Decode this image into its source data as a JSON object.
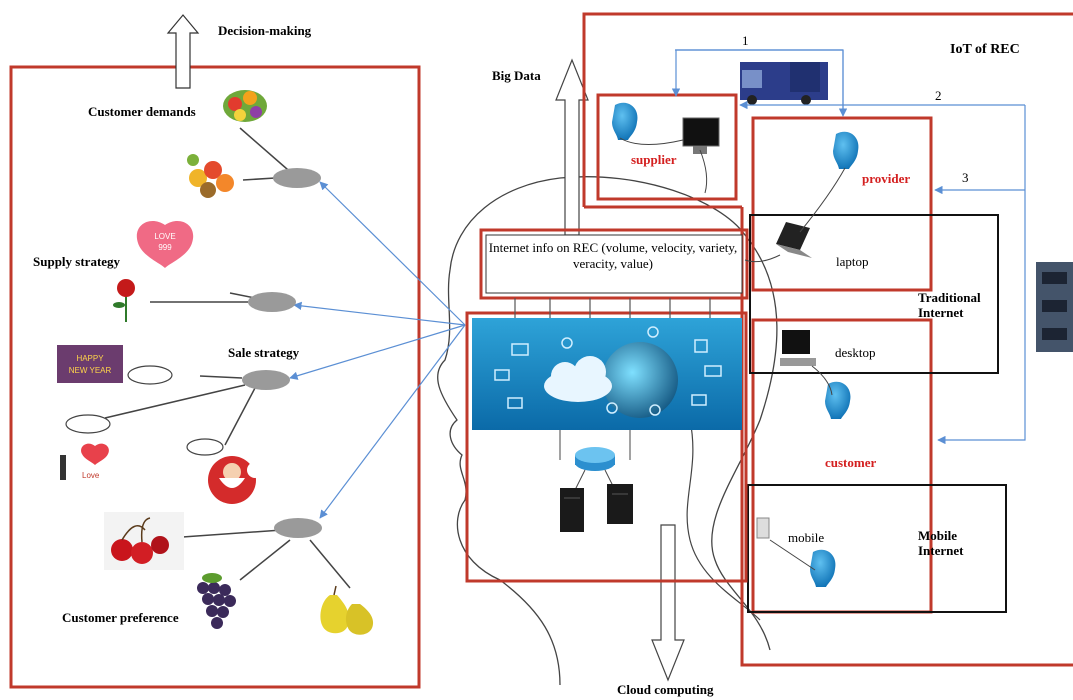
{
  "labels": {
    "decision_making": "Decision-making",
    "big_data": "Big Data",
    "iot": "IoT of REC",
    "customer_demands": "Customer demands",
    "supply_strategy": "Supply strategy",
    "sale_strategy": "Sale strategy",
    "customer_preference": "Customer preference",
    "supplier": "supplier",
    "provider": "provider",
    "customer": "customer",
    "laptop": "laptop",
    "desktop": "desktop",
    "mobile": "mobile",
    "traditional_internet": "Traditional Internet",
    "mobile_internet": "Mobile Internet",
    "internet_info": "Internet info on REC (volume, velocity, variety, veracity, value)",
    "cloud_computing": "Cloud computing",
    "flow_1": "1",
    "flow_2": "2",
    "flow_3": "3"
  },
  "colors": {
    "frame_red": "#c0392b",
    "label_red": "#d42020",
    "arrow_blue": "#5b8fd4",
    "node_gray": "#9a9a9a",
    "head_blue": "#1f8fd1"
  },
  "icons": [
    "fruit-basket-icon",
    "fruit-pile-icon",
    "love-cake-icon",
    "rose-icon",
    "new-year-card-icon",
    "valentine-icon",
    "santa-icon",
    "cherries-icon",
    "grapes-icon",
    "pears-icon",
    "truck-icon",
    "server-rack-icon",
    "cloud-network-icon",
    "router-icon",
    "server-tower-icon",
    "person-head-icon",
    "computer-monitor-icon",
    "laptop-icon",
    "desktop-icon",
    "mobile-phone-icon"
  ]
}
